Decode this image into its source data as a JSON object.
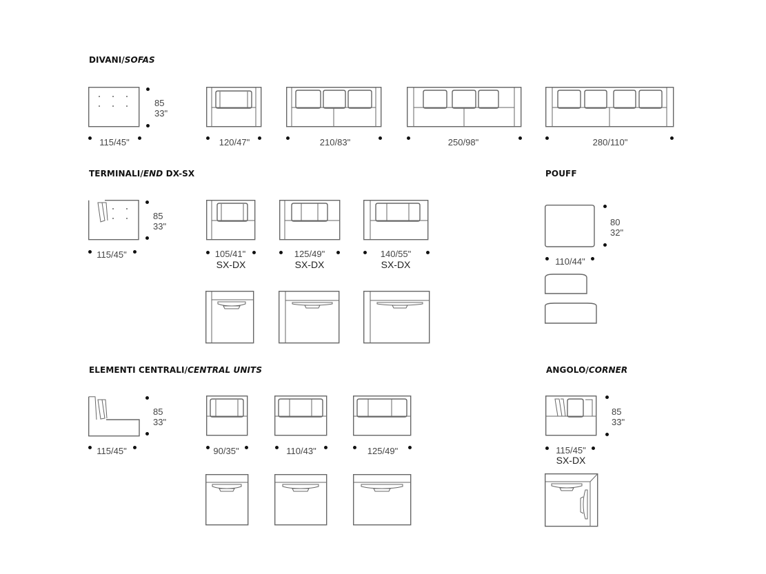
{
  "sections": {
    "sofas": {
      "title": "DIVANI/",
      "title_italic": "SOFAS"
    },
    "ends": {
      "title": "TERMINALI/",
      "title_italic": "END",
      "title_suffix": " DX-SX"
    },
    "pouff": {
      "title": "POUFF"
    },
    "central": {
      "title": "ELEMENTI CENTRALI/",
      "title_italic": "CENTRAL UNITS"
    },
    "corner": {
      "title": "ANGOLO/",
      "title_italic": "CORNER"
    }
  },
  "dims": {
    "sofa_depth": "115/45\"",
    "sofa_height_cm": "85",
    "sofa_height_in": "33\"",
    "sofa_w1": "120/47\"",
    "sofa_w2": "210/83\"",
    "sofa_w3": "250/98\"",
    "sofa_w4": "280/110\"",
    "end_depth": "115/45\"",
    "end_height_cm": "85",
    "end_height_in": "33\"",
    "end_w1": "105/41\"",
    "end_w2": "125/49\"",
    "end_w3": "140/55\"",
    "end_code": "SX-DX",
    "pouff_height_cm": "80",
    "pouff_height_in": "32\"",
    "pouff_w": "110/44\"",
    "central_depth": "115/45\"",
    "central_height_cm": "85",
    "central_height_in": "33\"",
    "central_w1": "90/35\"",
    "central_w2": "110/43\"",
    "central_w3": "125/49\"",
    "corner_height_cm": "85",
    "corner_height_in": "33\"",
    "corner_w": "115/45\"",
    "corner_code": "SX-DX"
  }
}
